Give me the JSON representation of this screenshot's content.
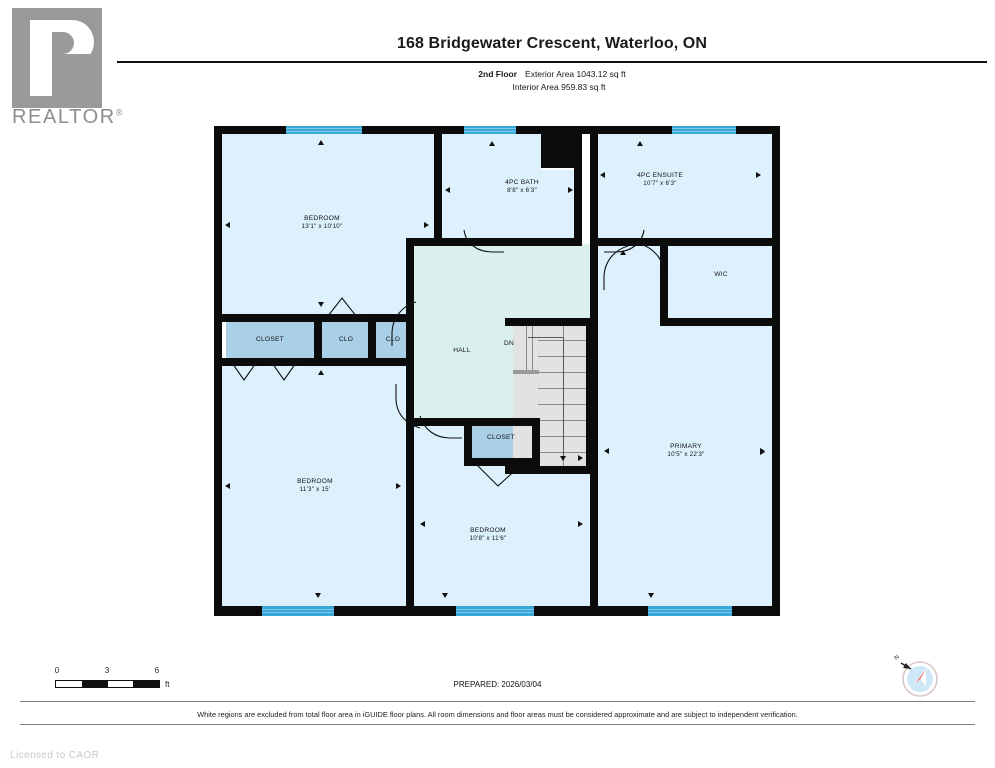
{
  "logo": {
    "word": "REALTOR",
    "registered": "®"
  },
  "header": {
    "title": "168 Bridgewater Crescent, Waterloo, ON",
    "floor_label": "2nd Floor",
    "exterior_area": "Exterior Area 1043.12 sq ft",
    "interior_area": "Interior Area 959.83 sq ft"
  },
  "rooms": {
    "bedroom_nw": {
      "name": "BEDROOM",
      "dim": "13'1\" x 10'10\""
    },
    "bath": {
      "name": "4PC BATH",
      "dim": "8'8\" x 6'3\""
    },
    "ensuite": {
      "name": "4PC ENSUITE",
      "dim": "10'7\" x 6'3\""
    },
    "wic": {
      "name": "WIC",
      "dim": ""
    },
    "closet_nw": {
      "name": "CLOSET",
      "dim": ""
    },
    "clo_1": {
      "name": "CLO",
      "dim": ""
    },
    "clo_2": {
      "name": "CLO",
      "dim": ""
    },
    "hall": {
      "name": "HALL",
      "dim": ""
    },
    "stairs": {
      "name": "DN",
      "dim": ""
    },
    "closet_mid": {
      "name": "CLOSET",
      "dim": ""
    },
    "primary": {
      "name": "PRIMARY",
      "dim": "10'5\" x 22'3\""
    },
    "bedroom_sw": {
      "name": "BEDROOM",
      "dim": "11'3\" x 15'"
    },
    "bedroom_s": {
      "name": "BEDROOM",
      "dim": "10'8\" x 11'6\""
    }
  },
  "scale": {
    "ticks": [
      "0",
      "3",
      "6"
    ],
    "unit": "ft"
  },
  "compass": {
    "label": "N"
  },
  "footer": {
    "prepared": "PREPARED: 2026/03/04",
    "disclaimer": "White regions are excluded from total floor area in iGUIDE floor plans. All room dimensions and floor areas must be considered approximate and are subject to independent verification.",
    "licensed": "Licensed to CAOR"
  },
  "colors": {
    "bedroom_fill": "#ddf1fd",
    "hall_fill": "#d9f0ef",
    "closet_fill": "#aad0e7",
    "stair_fill": "#e2e2e2",
    "wall": "#0b0b0b",
    "window": "#3aa7d9"
  }
}
